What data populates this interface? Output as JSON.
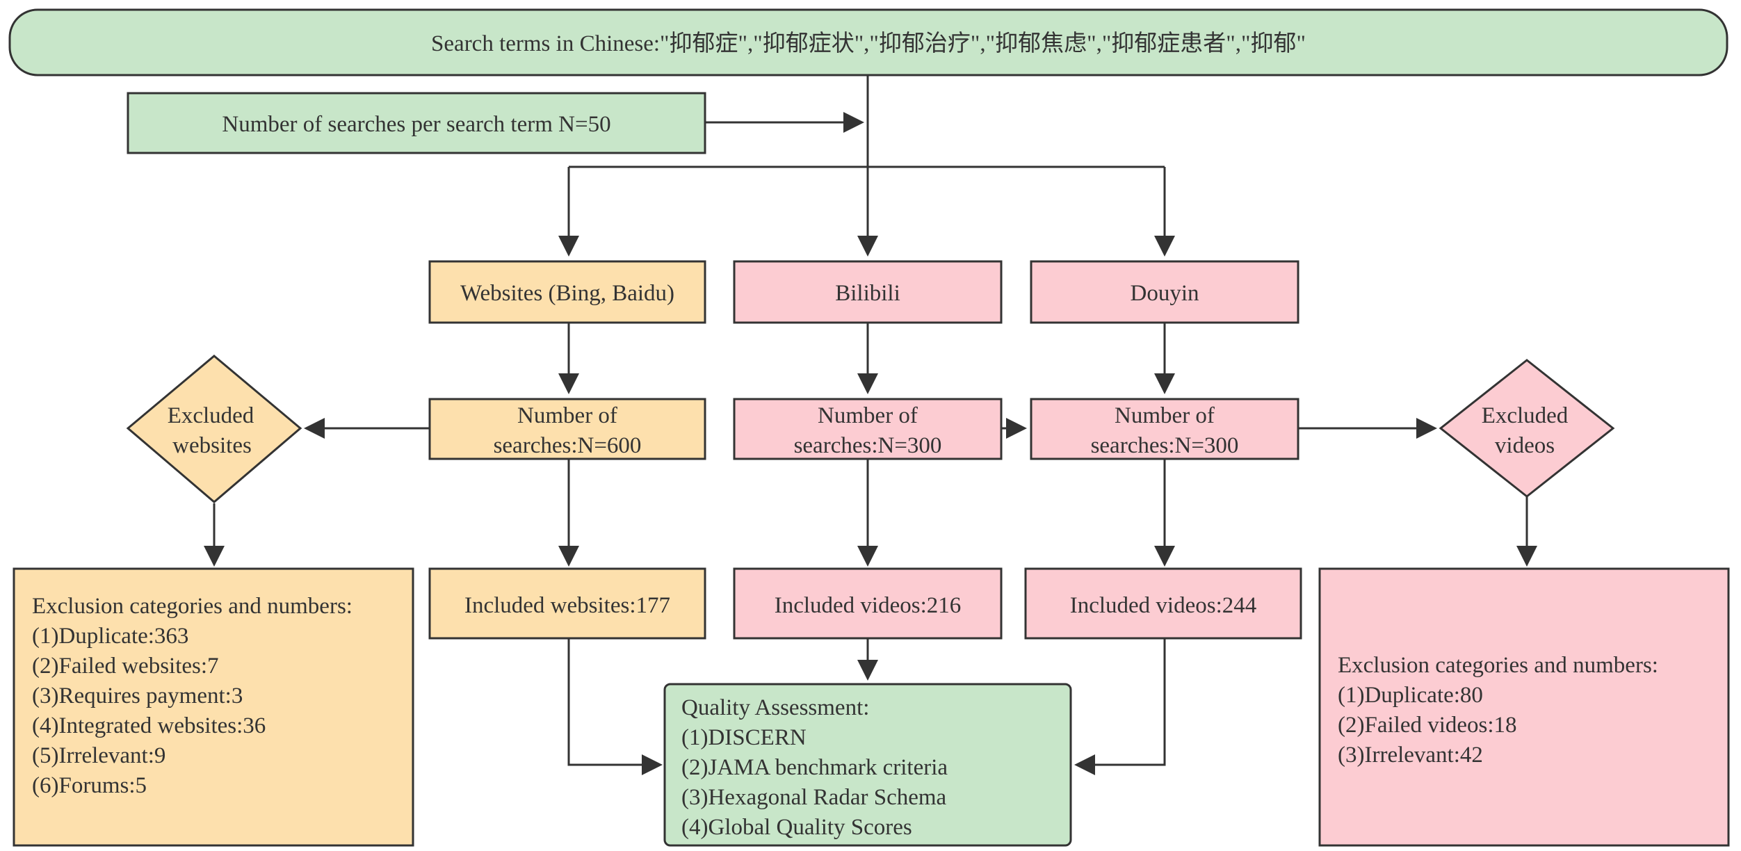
{
  "colors": {
    "green_fill": "#c8e6c9",
    "orange_fill": "#fde0ad",
    "pink_fill": "#fcccd2",
    "stroke": "#333333",
    "text": "#333333"
  },
  "diagram": {
    "search_terms": "Search terms in Chinese:\"抑郁症\",\"抑郁症状\",\"抑郁治疗\",\"抑郁焦虑\",\"抑郁症患者\",\"抑郁\"",
    "searches_per_term": "Number of searches per search term N=50",
    "websites_source": "Websites (Bing, Baidu)",
    "bilibili_source": "Bilibili",
    "douyin_source": "Douyin",
    "websites_searches": [
      "Number of",
      "searches:N=600"
    ],
    "bilibili_searches": [
      "Number of",
      "searches:N=300"
    ],
    "douyin_searches": [
      "Number of",
      "searches:N=300"
    ],
    "excluded_websites": [
      "Excluded",
      "websites"
    ],
    "excluded_videos": [
      "Excluded",
      "videos"
    ],
    "websites_exclusion": [
      "Exclusion categories and numbers:",
      "(1)Duplicate:363",
      "(2)Failed websites:7",
      "(3)Requires payment:3",
      "(4)Integrated websites:36",
      "(5)Irrelevant:9",
      "(6)Forums:5"
    ],
    "videos_exclusion": [
      "Exclusion categories and numbers:",
      "(1)Duplicate:80",
      "(2)Failed videos:18",
      "(3)Irrelevant:42"
    ],
    "included_websites": "Included websites:177",
    "included_bilibili": "Included videos:216",
    "included_douyin": "Included videos:244",
    "quality_assessment": [
      "Quality Assessment:",
      "(1)DISCERN",
      "(2)JAMA benchmark criteria",
      "(3)Hexagonal Radar Schema",
      "(4)Global Quality Scores"
    ]
  }
}
